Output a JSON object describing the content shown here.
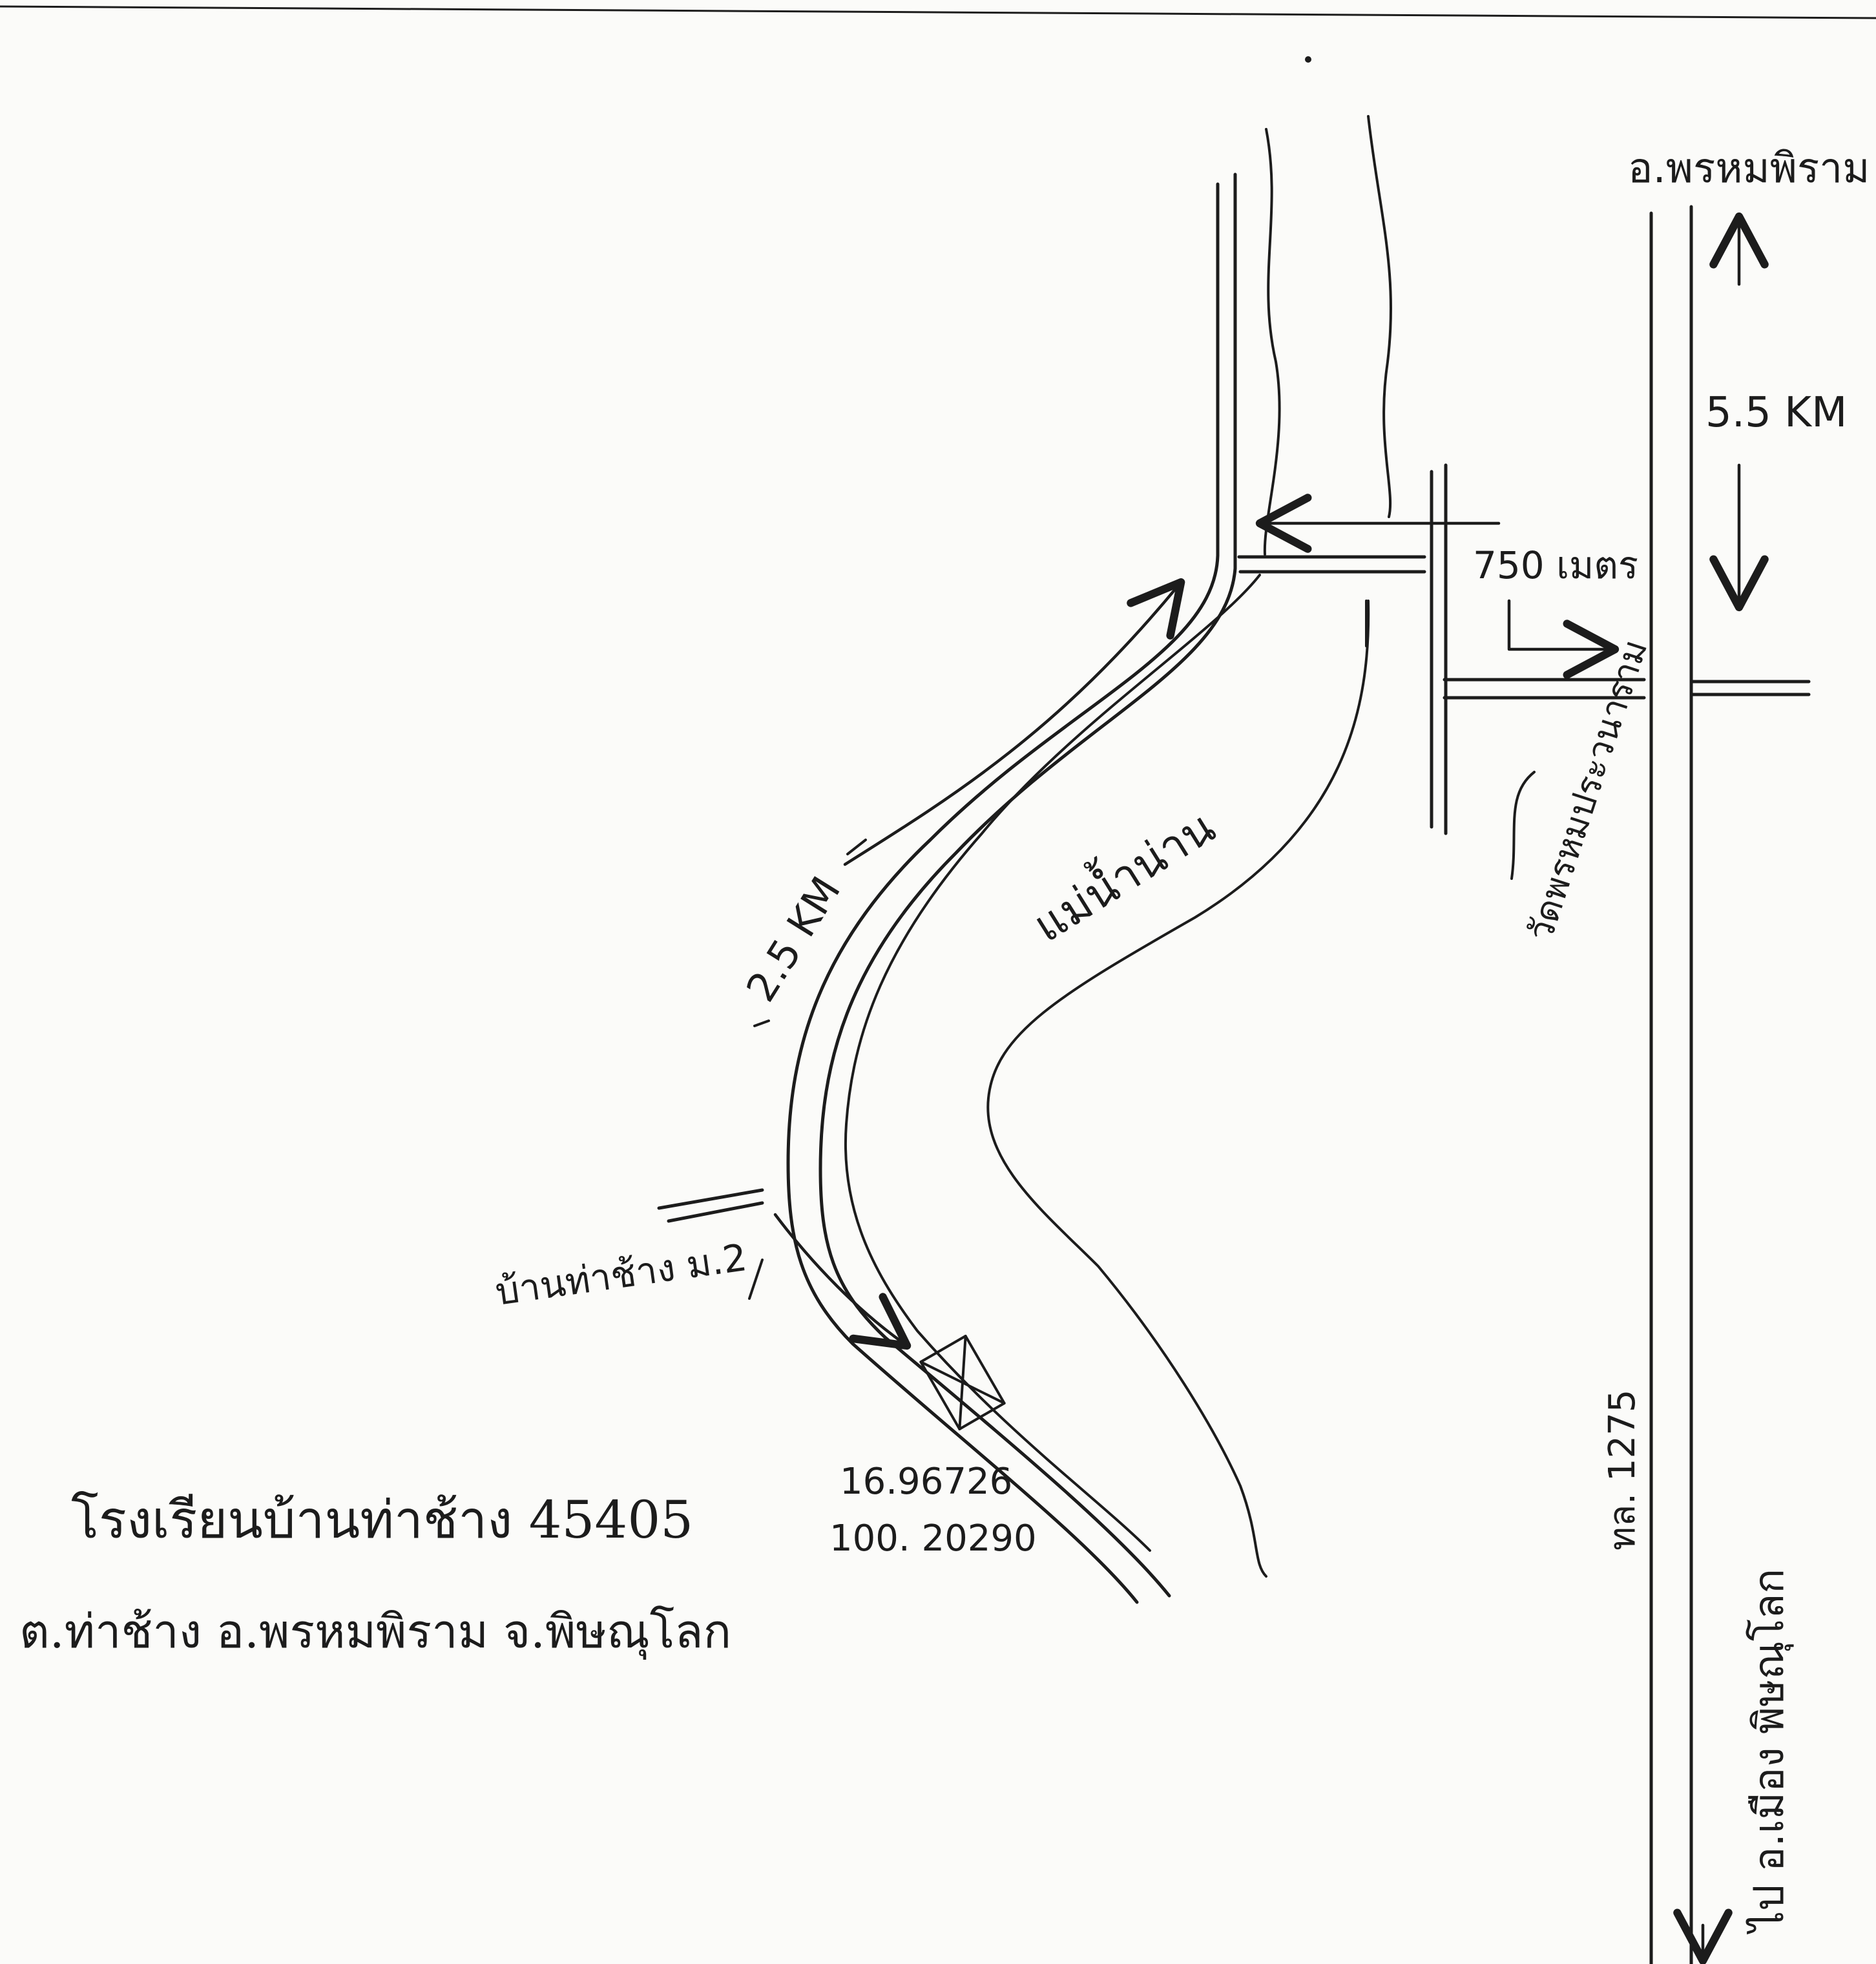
{
  "map": {
    "labels": {
      "district_north": "อ.พรหมพิราม",
      "distance_north": "5.5 KM",
      "distance_east": "750 เมตร",
      "river_name": "แม่น้ำน่าน",
      "distance_river_road": "2.5 KM",
      "temple": "วัดพรหมประวนาราม",
      "village": "บ้านท่าช้าง ม.2",
      "latitude": "16.96726",
      "longitude": "100. 20290",
      "highway": "ทล. 1275",
      "city_south": "ไป อ.เมือง พิษณุโลก",
      "school_line": "โรงเรียนบ้านท่าช้าง 45405",
      "address_line": "ต.ท่าช้าง อ.พรหมพิราม จ.พิษณุโลก"
    },
    "colors": {
      "ink": "#1c1c1c",
      "paper": "#fbfbf9"
    }
  }
}
